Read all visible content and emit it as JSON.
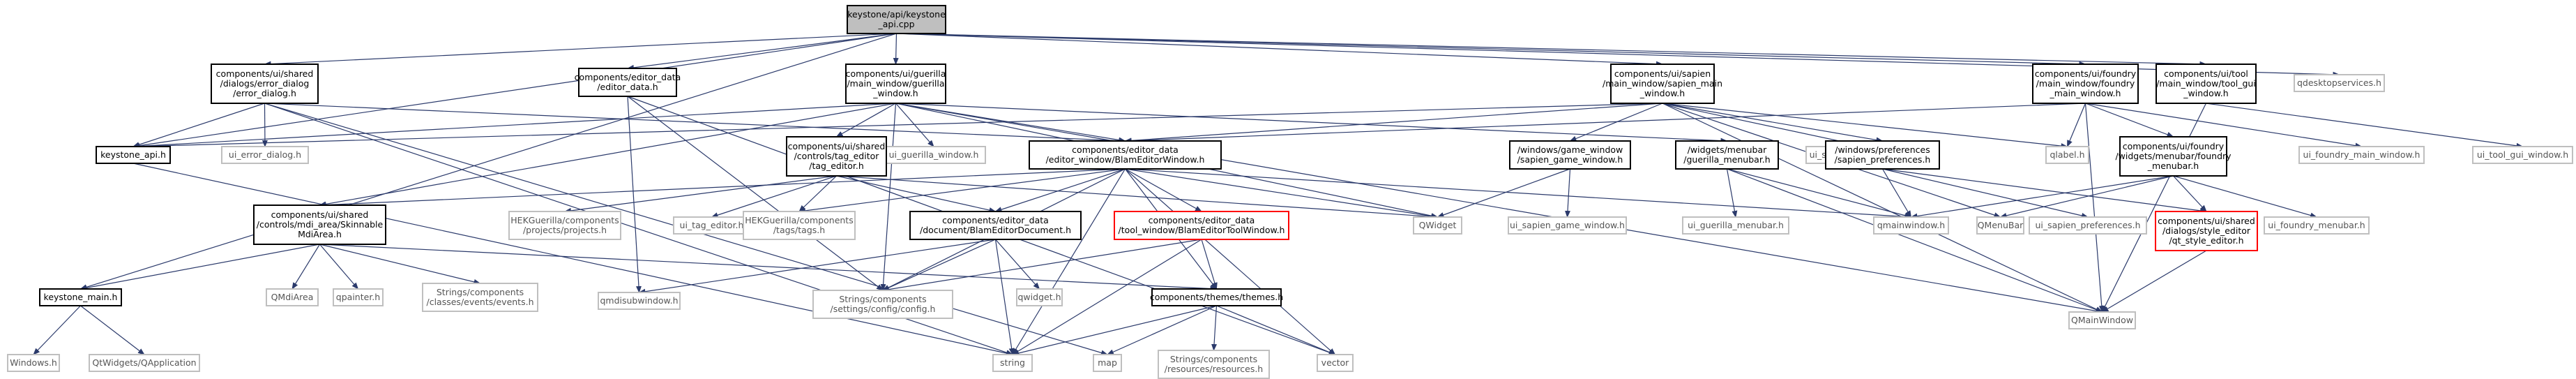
{
  "diagram": {
    "colors": {
      "edge": "#2b3a6b",
      "root_fill": "#bfbfbf",
      "box_stroke": "#000000",
      "gray_stroke": "#bfbfbf",
      "red_stroke": "#ff0000"
    },
    "nodes": [
      {
        "id": "root",
        "lines": [
          "keystone/api/keystone",
          "_api.cpp"
        ],
        "style": "root"
      },
      {
        "id": "error_dialog",
        "lines": [
          "components/ui/shared",
          "/dialogs/error_dialog",
          "/error_dialog.h"
        ],
        "style": "box"
      },
      {
        "id": "editor_data",
        "lines": [
          "components/editor_data",
          "/editor_data.h"
        ],
        "style": "box"
      },
      {
        "id": "guerilla_window",
        "lines": [
          "components/ui/guerilla",
          "/main_window/guerilla",
          "_window.h"
        ],
        "style": "box"
      },
      {
        "id": "sapien_main",
        "lines": [
          "components/ui/sapien",
          "/main_window/sapien_main",
          "_window.h"
        ],
        "style": "box"
      },
      {
        "id": "foundry_main",
        "lines": [
          "components/ui/foundry",
          "/main_window/foundry",
          "_main_window.h"
        ],
        "style": "box"
      },
      {
        "id": "tool_gui",
        "lines": [
          "components/ui/tool",
          "/main_window/tool_gui",
          "_window.h"
        ],
        "style": "box"
      },
      {
        "id": "qdesktopservices",
        "lines": [
          "qdesktopservices.h"
        ],
        "style": "gray"
      },
      {
        "id": "keystone_api",
        "lines": [
          "keystone_api.h"
        ],
        "style": "box"
      },
      {
        "id": "ui_error_dialog",
        "lines": [
          "ui_error_dialog.h"
        ],
        "style": "gray"
      },
      {
        "id": "ui_guerilla_window",
        "lines": [
          "ui_guerilla_window.h"
        ],
        "style": "gray"
      },
      {
        "id": "tag_editor",
        "lines": [
          "components/ui/shared",
          "/controls/tag_editor",
          "/tag_editor.h"
        ],
        "style": "box"
      },
      {
        "id": "blam_editor_window",
        "lines": [
          "components/editor_data",
          "/editor_window/BlamEditorWindow.h"
        ],
        "style": "box"
      },
      {
        "id": "qlabel",
        "lines": [
          "qlabel.h"
        ],
        "style": "gray"
      },
      {
        "id": "ui_sapien_main",
        "lines": [
          "ui_sapien_main_window.h"
        ],
        "style": "gray"
      },
      {
        "id": "sapien_game_window",
        "lines": [
          "/windows/game_window",
          "/sapien_game_window.h"
        ],
        "style": "box"
      },
      {
        "id": "guerilla_menubar",
        "lines": [
          "/widgets/menubar",
          "/guerilla_menubar.h"
        ],
        "style": "box"
      },
      {
        "id": "sapien_preferences",
        "lines": [
          "/windows/preferences",
          "/sapien_preferences.h"
        ],
        "style": "box"
      },
      {
        "id": "foundry_menubar",
        "lines": [
          "components/ui/foundry",
          "/widgets/menubar/foundry",
          "_menubar.h"
        ],
        "style": "box"
      },
      {
        "id": "ui_foundry_main",
        "lines": [
          "ui_foundry_main_window.h"
        ],
        "style": "gray"
      },
      {
        "id": "ui_tool_gui",
        "lines": [
          "ui_tool_gui_window.h"
        ],
        "style": "gray"
      },
      {
        "id": "mdi_area",
        "lines": [
          "components/ui/shared",
          "/controls/mdi_area/Skinnable",
          "MdiArea.h"
        ],
        "style": "box"
      },
      {
        "id": "hek_projects",
        "lines": [
          "HEKGuerilla/components",
          "/projects/projects.h"
        ],
        "style": "gray"
      },
      {
        "id": "ui_tag_editor",
        "lines": [
          "ui_tag_editor.h"
        ],
        "style": "gray"
      },
      {
        "id": "hek_tags",
        "lines": [
          "HEKGuerilla/components",
          "/tags/tags.h"
        ],
        "style": "gray"
      },
      {
        "id": "blam_editor_doc",
        "lines": [
          "components/editor_data",
          "/document/BlamEditorDocument.h"
        ],
        "style": "box"
      },
      {
        "id": "blam_editor_tool",
        "lines": [
          "components/editor_data",
          "/tool_window/BlamEditorToolWindow.h"
        ],
        "style": "red"
      },
      {
        "id": "qwidget",
        "lines": [
          "QWidget"
        ],
        "style": "gray"
      },
      {
        "id": "ui_sapien_game",
        "lines": [
          "ui_sapien_game_window.h"
        ],
        "style": "gray"
      },
      {
        "id": "ui_guerilla_menubar",
        "lines": [
          "ui_guerilla_menubar.h"
        ],
        "style": "gray"
      },
      {
        "id": "qmainwindow_h",
        "lines": [
          "qmainwindow.h"
        ],
        "style": "gray"
      },
      {
        "id": "qmenubar",
        "lines": [
          "QMenuBar"
        ],
        "style": "gray"
      },
      {
        "id": "ui_sapien_prefs",
        "lines": [
          "ui_sapien_preferences.h"
        ],
        "style": "gray"
      },
      {
        "id": "qt_style_editor",
        "lines": [
          "components/ui/shared",
          "/dialogs/style_editor",
          "/qt_style_editor.h"
        ],
        "style": "red"
      },
      {
        "id": "ui_foundry_menubar",
        "lines": [
          "ui_foundry_menubar.h"
        ],
        "style": "gray"
      },
      {
        "id": "keystone_main",
        "lines": [
          "keystone_main.h"
        ],
        "style": "box"
      },
      {
        "id": "qmdiarea",
        "lines": [
          "QMdiArea"
        ],
        "style": "gray"
      },
      {
        "id": "qpainter",
        "lines": [
          "qpainter.h"
        ],
        "style": "gray"
      },
      {
        "id": "events",
        "lines": [
          "Strings/components",
          "/classes/events/events.h"
        ],
        "style": "gray"
      },
      {
        "id": "qmdisubwindow",
        "lines": [
          "qmdisubwindow.h"
        ],
        "style": "gray"
      },
      {
        "id": "config",
        "lines": [
          "Strings/components",
          "/settings/config/config.h"
        ],
        "style": "gray"
      },
      {
        "id": "qwidget_h",
        "lines": [
          "qwidget.h"
        ],
        "style": "gray"
      },
      {
        "id": "themes",
        "lines": [
          "components/themes/themes.h"
        ],
        "style": "box"
      },
      {
        "id": "qmainwindow_cls",
        "lines": [
          "QMainWindow"
        ],
        "style": "gray"
      },
      {
        "id": "windows_h",
        "lines": [
          "Windows.h"
        ],
        "style": "gray"
      },
      {
        "id": "qapplication",
        "lines": [
          "QtWidgets/QApplication"
        ],
        "style": "gray"
      },
      {
        "id": "string",
        "lines": [
          "string"
        ],
        "style": "gray"
      },
      {
        "id": "map",
        "lines": [
          "map"
        ],
        "style": "gray"
      },
      {
        "id": "resources",
        "lines": [
          "Strings/components",
          "/resources/resources.h"
        ],
        "style": "gray"
      },
      {
        "id": "vector",
        "lines": [
          "vector"
        ],
        "style": "gray"
      }
    ],
    "edges": [
      [
        "root",
        "error_dialog"
      ],
      [
        "root",
        "editor_data"
      ],
      [
        "root",
        "guerilla_window"
      ],
      [
        "root",
        "sapien_main"
      ],
      [
        "root",
        "foundry_main"
      ],
      [
        "root",
        "tool_gui"
      ],
      [
        "root",
        "qdesktopservices"
      ],
      [
        "root",
        "keystone_api"
      ],
      [
        "root",
        "keystone_main"
      ],
      [
        "error_dialog",
        "keystone_api"
      ],
      [
        "error_dialog",
        "ui_error_dialog"
      ],
      [
        "error_dialog",
        "blam_editor_window"
      ],
      [
        "error_dialog",
        "string"
      ],
      [
        "error_dialog",
        "map"
      ],
      [
        "editor_data",
        "config"
      ],
      [
        "editor_data",
        "qmdisubwindow"
      ],
      [
        "editor_data",
        "vector"
      ],
      [
        "guerilla_window",
        "keystone_api"
      ],
      [
        "guerilla_window",
        "ui_guerilla_window"
      ],
      [
        "guerilla_window",
        "tag_editor"
      ],
      [
        "guerilla_window",
        "blam_editor_window"
      ],
      [
        "guerilla_window",
        "mdi_area"
      ],
      [
        "guerilla_window",
        "guerilla_menubar"
      ],
      [
        "guerilla_window",
        "qwidget"
      ],
      [
        "guerilla_window",
        "config"
      ],
      [
        "guerilla_window",
        "qmainwindow_cls"
      ],
      [
        "sapien_main",
        "keystone_api"
      ],
      [
        "sapien_main",
        "blam_editor_window"
      ],
      [
        "sapien_main",
        "qlabel"
      ],
      [
        "sapien_main",
        "ui_sapien_main"
      ],
      [
        "sapien_main",
        "sapien_game_window"
      ],
      [
        "sapien_main",
        "sapien_preferences"
      ],
      [
        "sapien_main",
        "qmenubar"
      ],
      [
        "sapien_main",
        "qmainwindow_cls"
      ],
      [
        "foundry_main",
        "blam_editor_window"
      ],
      [
        "foundry_main",
        "qlabel"
      ],
      [
        "foundry_main",
        "ui_foundry_main"
      ],
      [
        "foundry_main",
        "foundry_menubar"
      ],
      [
        "foundry_main",
        "qmainwindow_cls"
      ],
      [
        "tool_gui",
        "ui_tool_gui"
      ],
      [
        "tool_gui",
        "qmainwindow_cls"
      ],
      [
        "tag_editor",
        "ui_tag_editor"
      ],
      [
        "tag_editor",
        "hek_projects"
      ],
      [
        "tag_editor",
        "hek_tags"
      ],
      [
        "tag_editor",
        "blam_editor_doc"
      ],
      [
        "tag_editor",
        "qwidget"
      ],
      [
        "blam_editor_window",
        "mdi_area"
      ],
      [
        "blam_editor_window",
        "blam_editor_doc"
      ],
      [
        "blam_editor_window",
        "blam_editor_tool"
      ],
      [
        "blam_editor_window",
        "hek_tags"
      ],
      [
        "blam_editor_window",
        "qwidget"
      ],
      [
        "blam_editor_window",
        "themes"
      ],
      [
        "blam_editor_window",
        "config"
      ],
      [
        "blam_editor_window",
        "string"
      ],
      [
        "blam_editor_window",
        "qmainwindow_h"
      ],
      [
        "blam_editor_window",
        "vector"
      ],
      [
        "sapien_game_window",
        "qwidget"
      ],
      [
        "sapien_game_window",
        "ui_sapien_game"
      ],
      [
        "guerilla_menubar",
        "ui_guerilla_menubar"
      ],
      [
        "guerilla_menubar",
        "qmainwindow_h"
      ],
      [
        "guerilla_menubar",
        "qmainwindow_cls"
      ],
      [
        "sapien_preferences",
        "ui_sapien_prefs"
      ],
      [
        "sapien_preferences",
        "qt_style_editor"
      ],
      [
        "sapien_preferences",
        "qmainwindow_h"
      ],
      [
        "foundry_menubar",
        "qmenubar"
      ],
      [
        "foundry_menubar",
        "ui_foundry_menubar"
      ],
      [
        "foundry_menubar",
        "qmainwindow_h"
      ],
      [
        "foundry_menubar",
        "qt_style_editor"
      ],
      [
        "qt_style_editor",
        "qmainwindow_cls"
      ],
      [
        "mdi_area",
        "qmdiarea"
      ],
      [
        "mdi_area",
        "qpainter"
      ],
      [
        "mdi_area",
        "events"
      ],
      [
        "mdi_area",
        "keystone_main"
      ],
      [
        "mdi_area",
        "themes"
      ],
      [
        "blam_editor_doc",
        "qmdisubwindow"
      ],
      [
        "blam_editor_doc",
        "qwidget_h"
      ],
      [
        "blam_editor_doc",
        "string"
      ],
      [
        "blam_editor_doc",
        "config"
      ],
      [
        "blam_editor_tool",
        "config"
      ],
      [
        "blam_editor_tool",
        "themes"
      ],
      [
        "blam_editor_tool",
        "string"
      ],
      [
        "themes",
        "string"
      ],
      [
        "themes",
        "map"
      ],
      [
        "themes",
        "resources"
      ],
      [
        "themes",
        "vector"
      ],
      [
        "keystone_main",
        "windows_h"
      ],
      [
        "keystone_main",
        "qapplication"
      ],
      [
        "keystone_api",
        "string"
      ]
    ]
  }
}
